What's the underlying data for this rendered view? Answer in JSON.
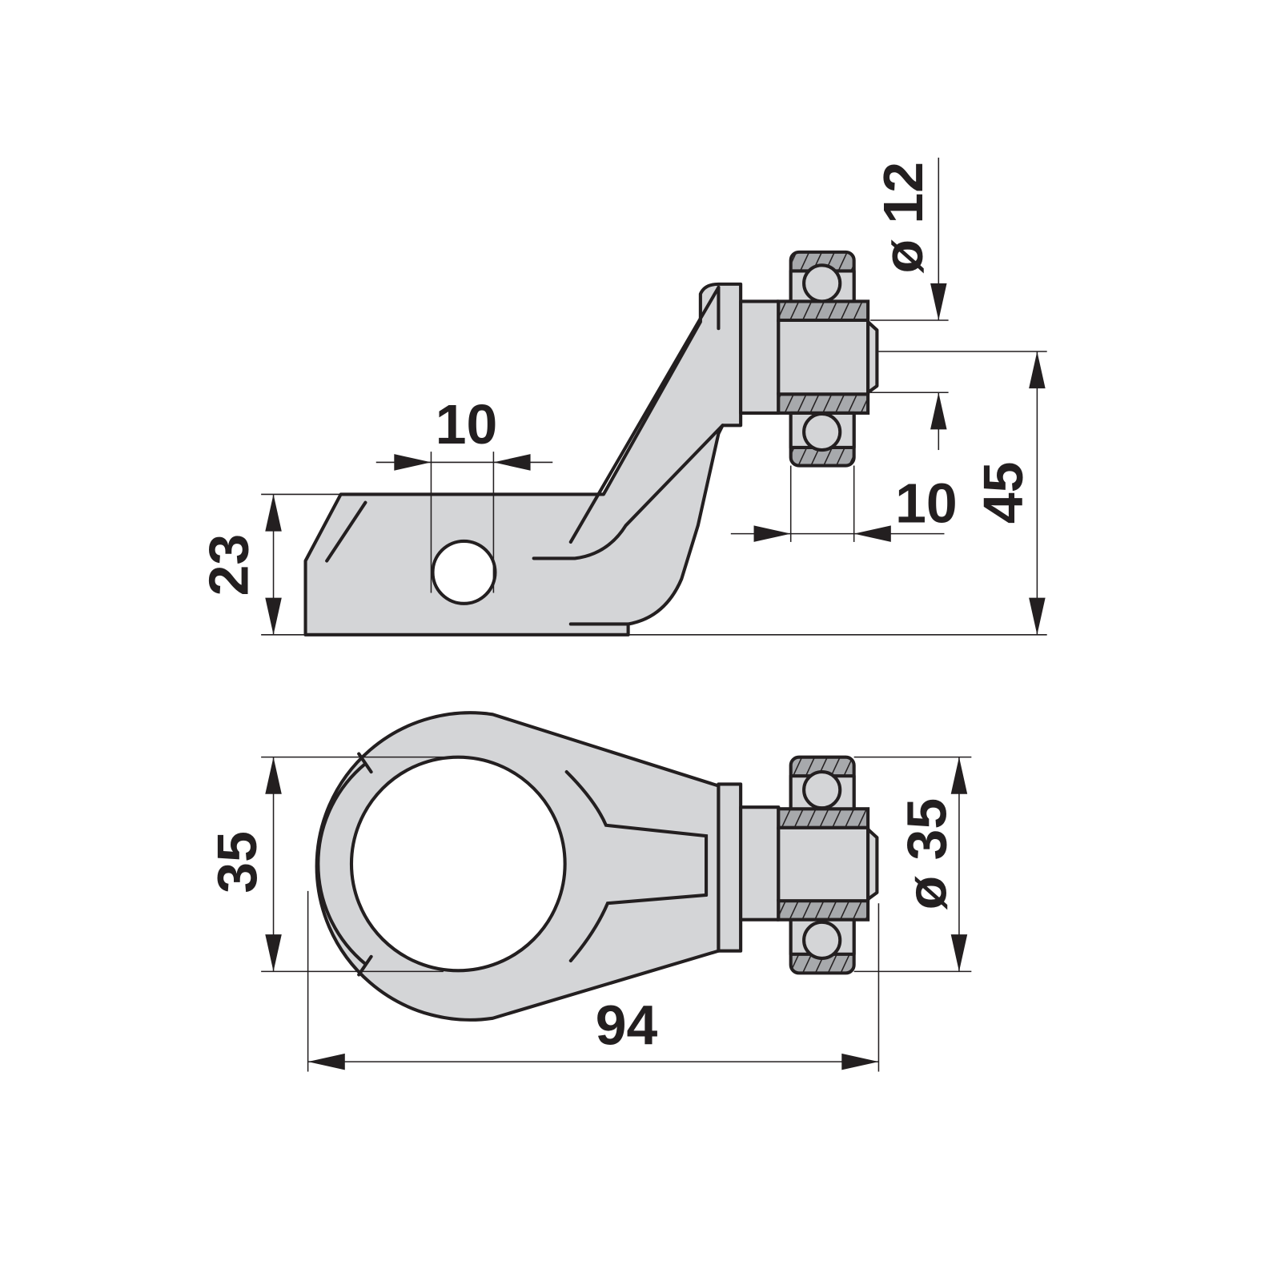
{
  "top_view": {
    "dim_hole_width": "10",
    "dim_base_height": "23",
    "dim_shaft_diameter": "ø 12",
    "dim_bearing_width": "10",
    "dim_total_height": "45"
  },
  "bottom_view": {
    "dim_bore": "35",
    "dim_bearing_diameter": "ø 35",
    "dim_total_length": "94"
  },
  "colors": {
    "part_fill": "#d4d5d7",
    "bearing_section": "#a7a9ac",
    "line": "#231f20"
  }
}
